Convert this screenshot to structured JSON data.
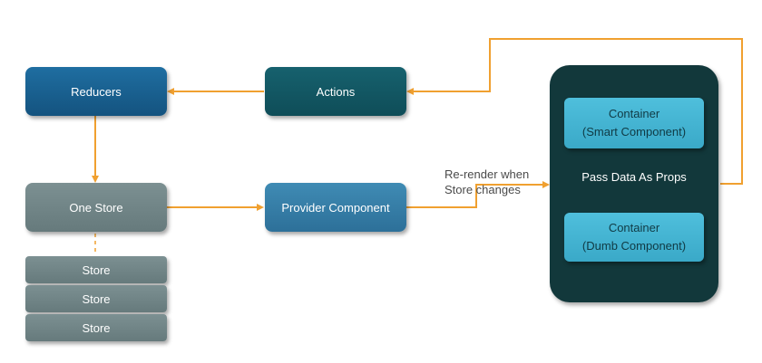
{
  "nodes": {
    "reducers": "Reducers",
    "actions": "Actions",
    "one_store": "One Store",
    "provider": "Provider Component",
    "store_1": "Store",
    "store_2": "Store",
    "store_3": "Store",
    "smart_line1": "Container",
    "smart_line2": "(Smart Component)",
    "dumb_line1": "Container",
    "dumb_line2": "(Dumb Component)"
  },
  "labels": {
    "pass_data": "Pass Data As Props",
    "rerender_line1": "Re-render when",
    "rerender_line2": "Store changes"
  },
  "colors": {
    "arrow": "#f0a030",
    "reducers": "#1a6596",
    "actions": "#135a65",
    "store": "#738789",
    "provider": "#3680aa",
    "container_panel": "#12383b",
    "container_box": "#45b6d4"
  }
}
